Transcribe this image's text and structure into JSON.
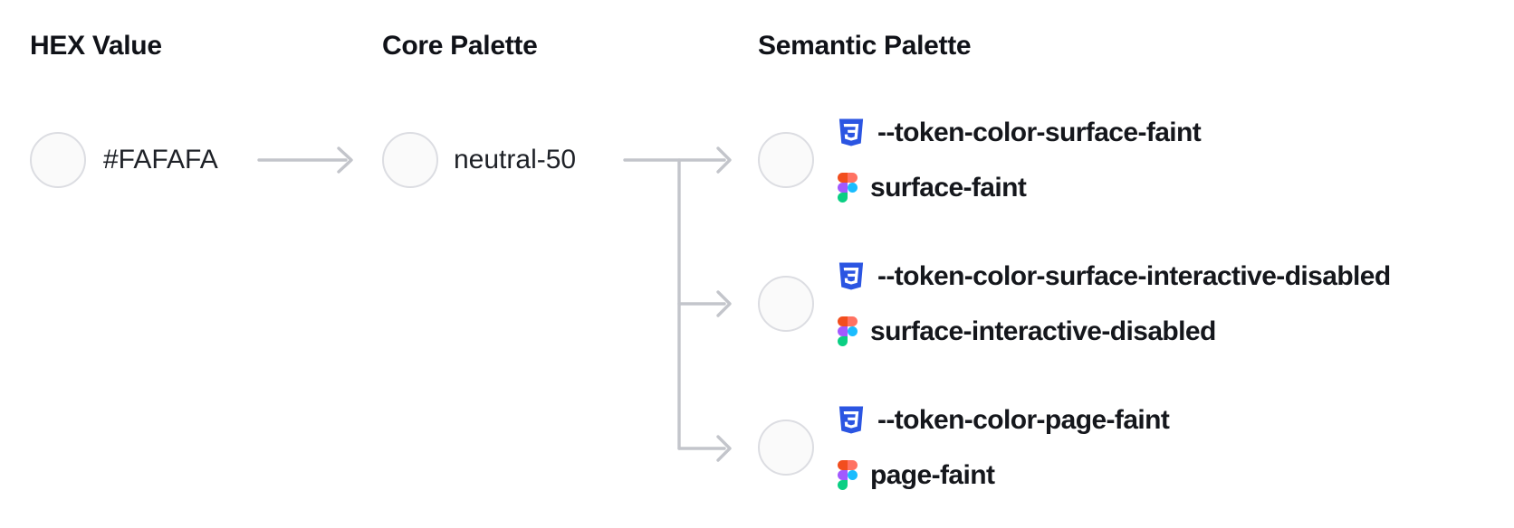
{
  "headers": {
    "hex": "HEX Value",
    "core": "Core Palette",
    "semantic": "Semantic Palette"
  },
  "hex": {
    "value": "#FAFAFA",
    "swatch_color": "#FAFAFA"
  },
  "core": {
    "name": "neutral-50",
    "swatch_color": "#FAFAFA"
  },
  "semantic_tokens": [
    {
      "css_var": "--token-color-surface-faint",
      "figma_name": "surface-faint",
      "swatch_color": "#FAFAFA"
    },
    {
      "css_var": "--token-color-surface-interactive-disabled",
      "figma_name": "surface-interactive-disabled",
      "swatch_color": "#FAFAFA"
    },
    {
      "css_var": "--token-color-page-faint",
      "figma_name": "page-faint",
      "swatch_color": "#FAFAFA"
    }
  ],
  "icons": {
    "css": "css3-shield-icon",
    "figma": "figma-logo-icon"
  },
  "colors": {
    "swatch_fill": "#FAFAFA",
    "swatch_border": "#DCDDE2",
    "connector": "#C3C5CB",
    "text": "#15171C",
    "css_icon_blue": "#2B55E2",
    "figma_orange": "#F24E1E",
    "figma_salmon": "#FF7262",
    "figma_purple": "#A259FF",
    "figma_blue": "#1ABCFE",
    "figma_green": "#0ACF83"
  }
}
